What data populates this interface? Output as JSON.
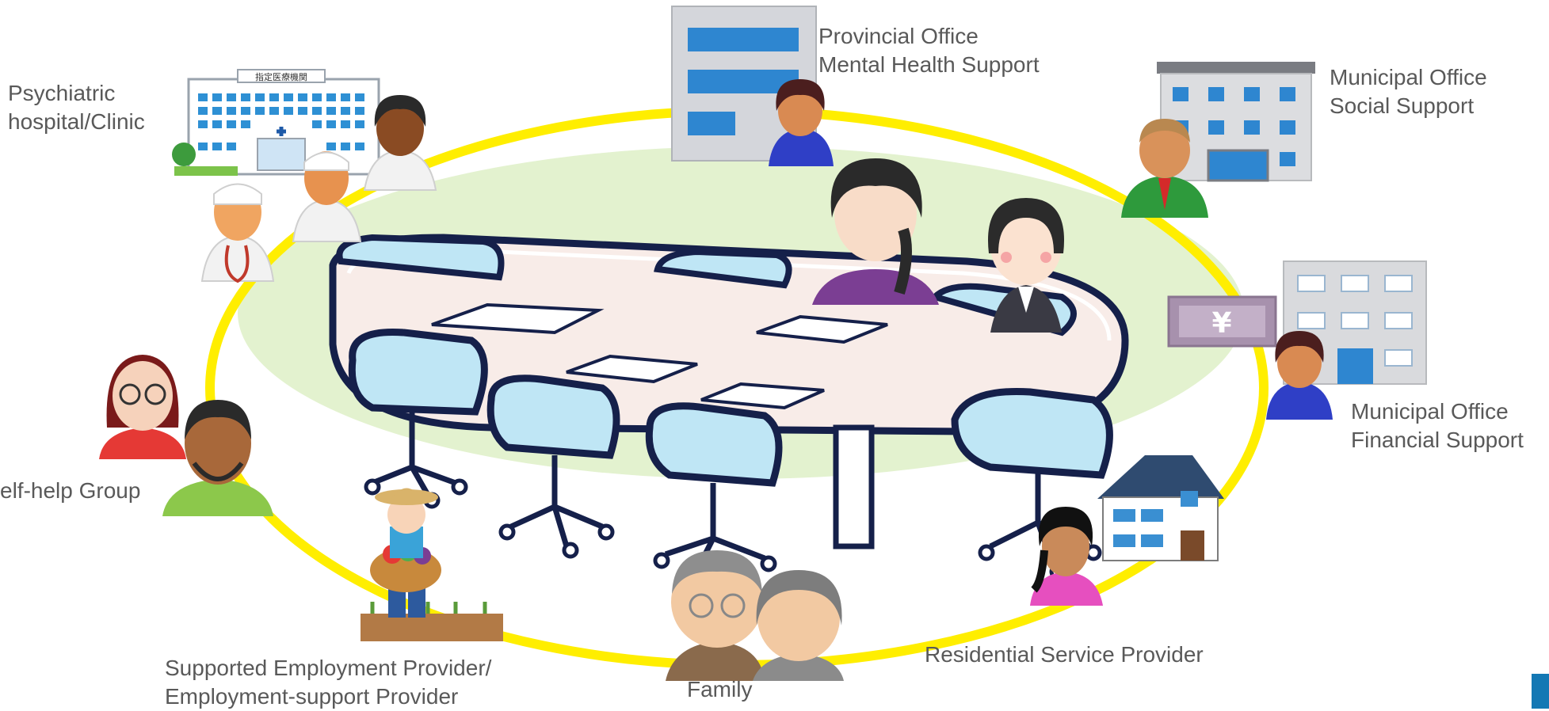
{
  "labels": {
    "psychiatric": [
      "Psychiatric",
      "hospital/Clinic"
    ],
    "provincial": [
      "Provincial Office",
      "Mental Health Support"
    ],
    "municipal_social": [
      "Municipal Office",
      "Social Support"
    ],
    "municipal_financial": [
      "Municipal Office",
      "Financial Support"
    ],
    "self_help": [
      "elf-help Group"
    ],
    "employment": [
      "Supported Employment Provider/",
      "Employment-support Provider"
    ],
    "family": [
      "Family"
    ],
    "residential": [
      "Residential Service Provider"
    ],
    "hospital_sign": "指定医療機関",
    "yen": "¥"
  },
  "colors": {
    "ring": "#ffee00",
    "meeting_area": "#e3f2cf",
    "chair": "#bfe6f5",
    "table_top": "#f8ece8",
    "accent": "#1478b4",
    "text": "#595959"
  }
}
